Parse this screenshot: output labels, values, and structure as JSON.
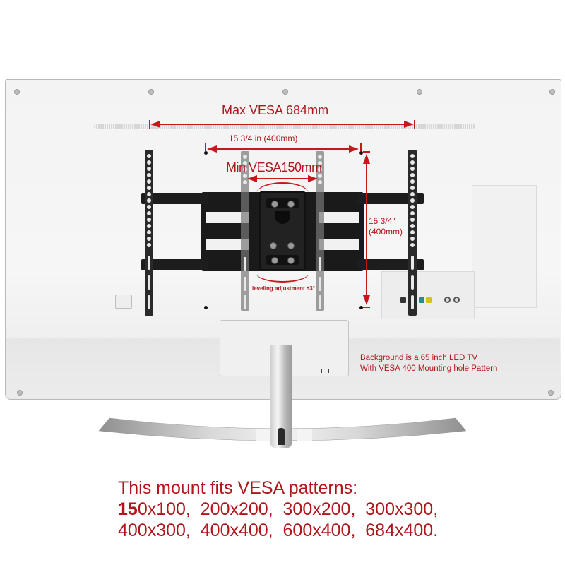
{
  "image": {
    "description": "Product illustration of a full-motion TV wall mount shown on the back of a 65 inch LED TV with VESA dimension annotations",
    "background_color": "#ffffff",
    "annotation_color": "#c7161c",
    "text_color": "#b0161b"
  },
  "annotations": {
    "max_vesa": "Max VESA 684mm",
    "horizontal_400": "15 3/4 in (400mm)",
    "min_vesa": "Min VESA150mm",
    "vertical_400_line1": "15 3/4\"",
    "vertical_400_line2": "(400mm)",
    "leveling": "leveling adjustment ±3°",
    "background_note_line1": "Background is a 65 inch LED TV",
    "background_note_line2": "With VESA 400 Mounting hole Pattern"
  },
  "caption": {
    "title": "This mount fits VESA patterns:",
    "row1_bold": "15",
    "row1_rest": "0x100,  200x200,  300x200,  300x300,",
    "row2": "400x300,  400x400,  600x400,  684x400.",
    "patterns": [
      "150x100",
      "200x200",
      "300x200",
      "300x300",
      "400x300",
      "400x400",
      "600x400",
      "684x400"
    ]
  }
}
